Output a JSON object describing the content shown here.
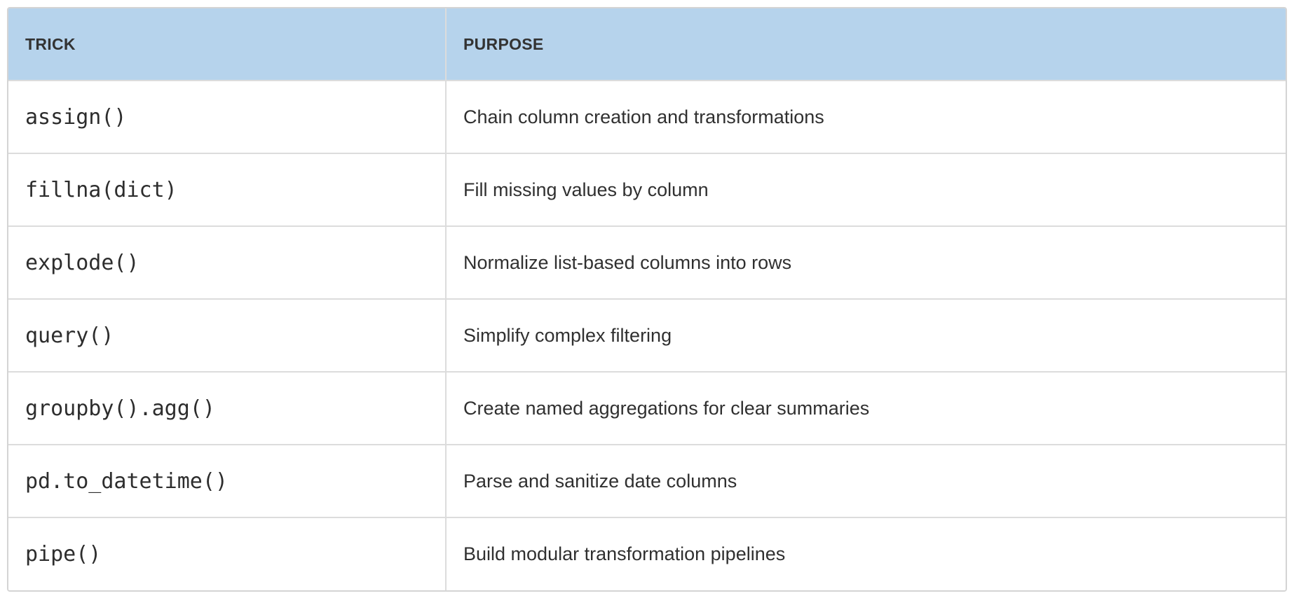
{
  "table": {
    "columns": [
      {
        "key": "trick",
        "label": "TRICK"
      },
      {
        "key": "purpose",
        "label": "PURPOSE"
      }
    ],
    "rows": [
      {
        "trick": "assign()",
        "purpose": "Chain column creation and transformations"
      },
      {
        "trick": "fillna(dict)",
        "purpose": "Fill missing values by column"
      },
      {
        "trick": "explode()",
        "purpose": "Normalize list-based columns into rows"
      },
      {
        "trick": "query()",
        "purpose": "Simplify complex filtering"
      },
      {
        "trick": "groupby().agg()",
        "purpose": "Create named aggregations for clear summaries"
      },
      {
        "trick": "pd.to_datetime()",
        "purpose": "Parse and sanitize date columns"
      },
      {
        "trick": "pipe()",
        "purpose": "Build modular transformation pipelines"
      }
    ],
    "colors": {
      "header_bg": "#b6d3ec",
      "border": "#dcdcdc",
      "outer_border": "#d4d4d4",
      "header_text": "#333333",
      "cell_text": "#2d2d2d",
      "page_bg": "#ffffff"
    }
  }
}
